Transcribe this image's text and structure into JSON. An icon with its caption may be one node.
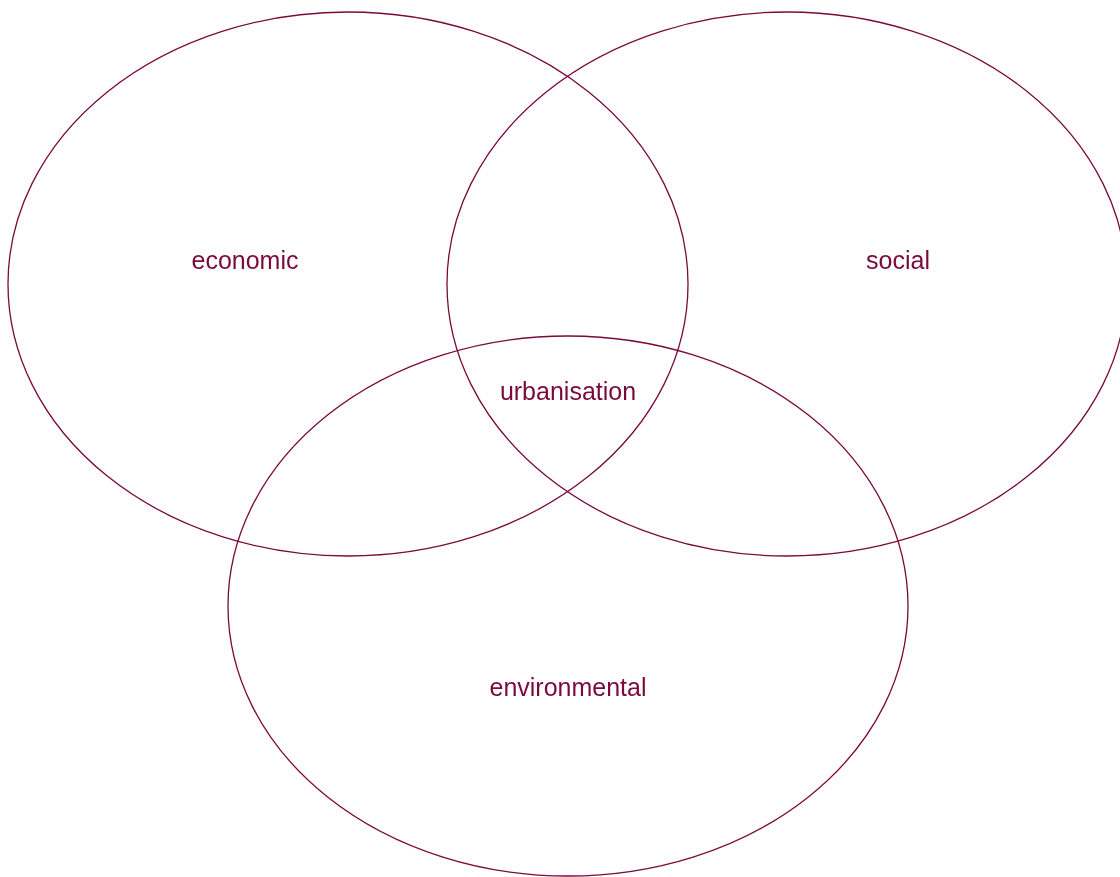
{
  "diagram": {
    "nodes": [
      {
        "text": [
          "economic"
        ]
      },
      {
        "text": [
          "social"
        ]
      },
      {
        "text": [
          "environmental"
        ]
      }
    ],
    "labels": [
      "urbanisation"
    ]
  }
}
